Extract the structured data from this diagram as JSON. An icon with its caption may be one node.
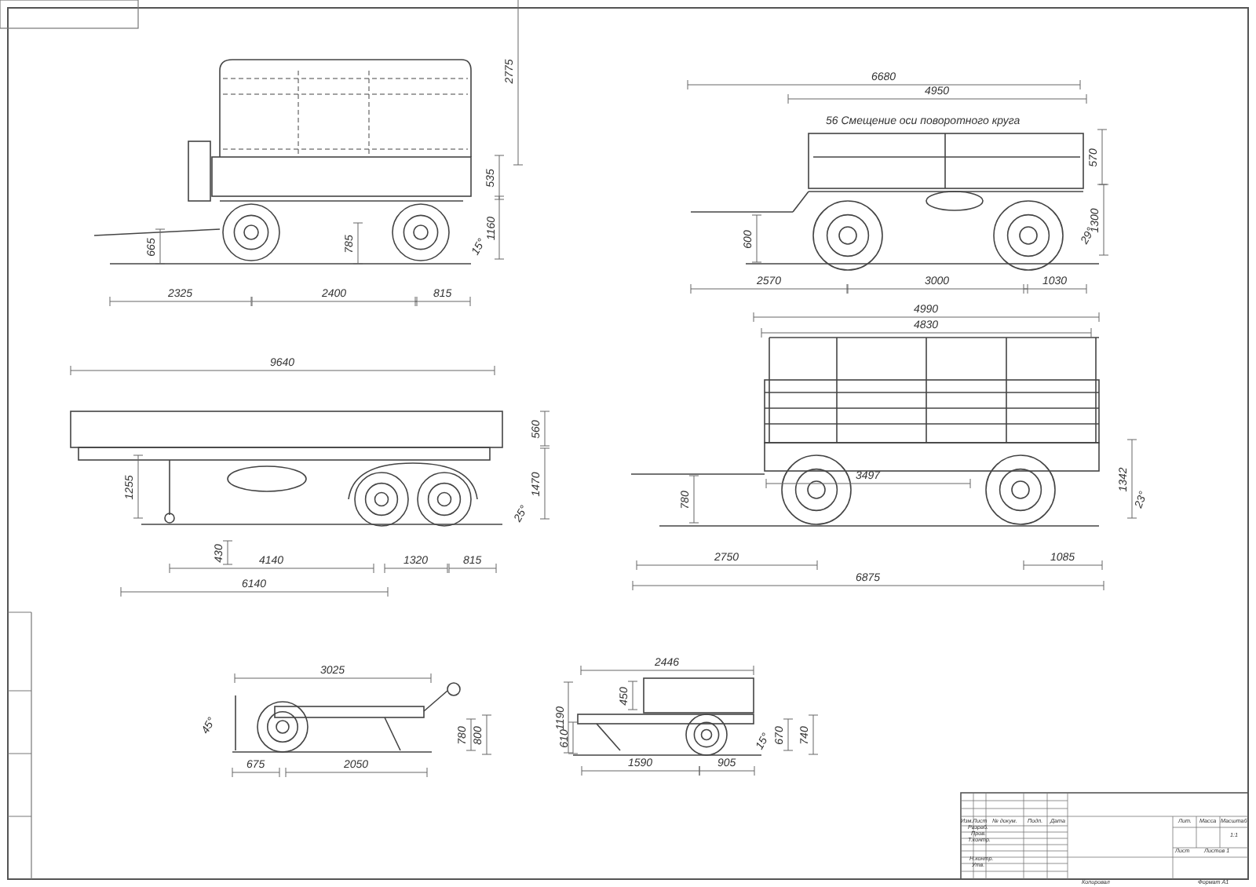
{
  "diagram": {
    "labels": [
      "2775",
      "535",
      "1160",
      "665",
      "785",
      "15°",
      "2325",
      "2400",
      "815",
      "6680",
      "4950",
      "56 Смещение оси поворотного круга",
      "570",
      "1300",
      "600",
      "29°",
      "2570",
      "3000",
      "1030",
      "9640",
      "560",
      "1255",
      "1470",
      "25°",
      "430",
      "4140",
      "1320",
      "815",
      "6140",
      "4990",
      "4830",
      "3497",
      "1342",
      "780",
      "23°",
      "2750",
      "1085",
      "6875",
      "3025",
      "45°",
      "675",
      "2050",
      "780",
      "800",
      "2446",
      "450",
      "1190",
      "610",
      "1590",
      "905",
      "15°",
      "670",
      "740",
      "Изм.",
      "Лист",
      "№ докум.",
      "Подп.",
      "Дата",
      "Разраб.",
      "Пров.",
      "Т.контр.",
      "Н.контр.",
      "Утв.",
      "Лит.",
      "Масса",
      "Масштаб",
      "1:1",
      "Лист",
      "Листов 1",
      "Копировал",
      "Формат А1"
    ]
  }
}
